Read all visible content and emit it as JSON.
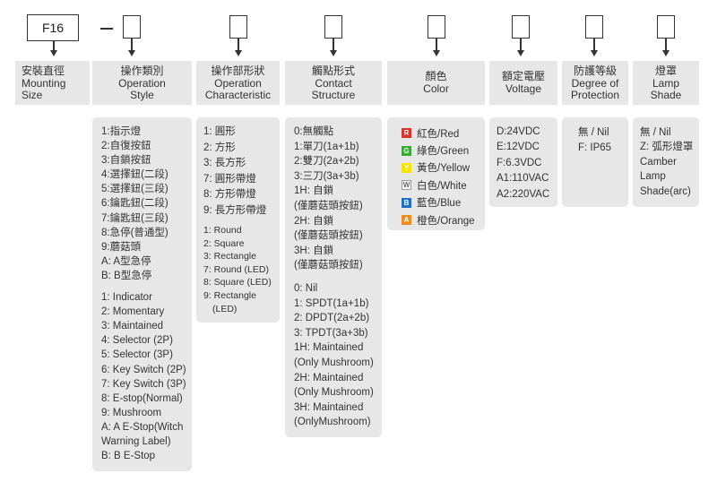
{
  "code_prefix": "F16",
  "separator": "—",
  "headers": {
    "mounting": [
      "安裝直徑",
      "Mounting",
      "Size"
    ],
    "operation": [
      "操作類別",
      "Operation",
      "Style"
    ],
    "characteristic": [
      "操作部形狀",
      "Operation",
      "Characteristic"
    ],
    "contact": [
      "觸點形式",
      "Contact",
      "Structure"
    ],
    "color": [
      "顏色",
      "Color"
    ],
    "voltage": [
      "額定電壓",
      "Voltage"
    ],
    "protection": [
      "防護等級",
      "Degree of",
      "Protection"
    ],
    "shade": [
      "燈罩",
      "Lamp",
      "Shade"
    ]
  },
  "operation_style": {
    "zh": [
      "1:指示燈",
      "2:自復按鈕",
      "3:自鎖按鈕",
      "4:選擇鈕(二段)",
      "5:選擇鈕(三段)",
      "6:鑰匙鈕(二段)",
      "7:鑰匙鈕(三段)",
      "8:急停(普通型)",
      "9:蘑菇頭",
      "A: A型急停",
      "B: B型急停"
    ],
    "en": [
      "1: Indicator",
      "2: Momentary",
      "3: Maintained",
      "4: Selector (2P)",
      "5: Selector (3P)",
      "6: Key Switch (2P)",
      "7: Key Switch (3P)",
      "8: E-stop(Normal)",
      "9: Mushroom",
      "A: A E-Stop(Witch",
      "Warning Label)",
      "B: B E-Stop"
    ]
  },
  "characteristic": {
    "zh": [
      "1: 圓形",
      "2: 方形",
      "3: 長方形",
      "7: 圓形帶燈",
      "8: 方形帶燈",
      "9: 長方形帶燈"
    ],
    "en": [
      "1: Round",
      "2: Square",
      "3: Rectangle",
      "7: Round (LED)",
      "8: Square (LED)",
      "9: Rectangle",
      "(LED)"
    ]
  },
  "contact": {
    "zh": [
      "0:無觸點",
      "1:單刀(1a+1b)",
      "2:雙刀(2a+2b)",
      "3:三刀(3a+3b)",
      "1H: 自鎖",
      "(僅蘑菇頭按鈕)",
      "2H: 自鎖",
      "(僅蘑菇頭按鈕)",
      "3H: 自鎖",
      "(僅蘑菇頭按鈕)"
    ],
    "en": [
      "0: Nil",
      "1: SPDT(1a+1b)",
      "2: DPDT(2a+2b)",
      "3: TPDT(3a+3b)",
      "1H: Maintained",
      "(Only Mushroom)",
      "2H: Maintained",
      "(Only Mushroom)",
      "3H: Maintained",
      "(OnlyMushroom)"
    ]
  },
  "colors": [
    {
      "code": "R",
      "label": "紅色/Red",
      "hex": "#d9342b"
    },
    {
      "code": "G",
      "label": "綠色/Green",
      "hex": "#3aa935"
    },
    {
      "code": "Y",
      "label": "黃色/Yellow",
      "hex": "#f5e400"
    },
    {
      "code": "W",
      "label": "白色/White",
      "hex": "#ffffff"
    },
    {
      "code": "B",
      "label": "藍色/Blue",
      "hex": "#1f6fc4"
    },
    {
      "code": "A",
      "label": "橙色/Orange",
      "hex": "#f08c1e"
    }
  ],
  "voltage": [
    "D:24VDC",
    "E:12VDC",
    "F:6.3VDC",
    "A1:110VAC",
    "A2:220VAC"
  ],
  "protection": [
    "無 / Nil",
    "F: IP65"
  ],
  "shade": [
    "無 / Nil",
    "Z: 弧形燈罩",
    "Camber",
    "Lamp",
    "Shade(arc)"
  ],
  "style_colors": {
    "panel_bg": "#e7e7e7",
    "line": "#333333"
  }
}
